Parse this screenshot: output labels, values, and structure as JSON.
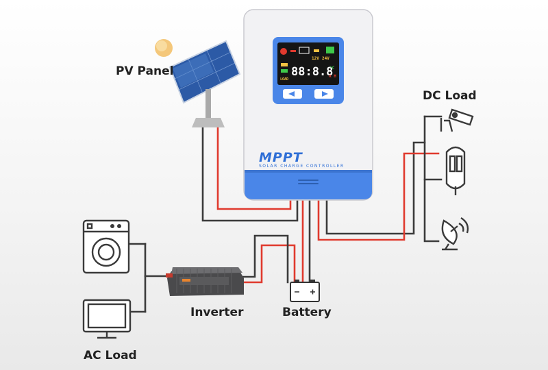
{
  "labels": {
    "pv_panel": "PV Panel",
    "dc_load": "DC Load",
    "inverter": "Inverter",
    "battery": "Battery",
    "ac_load": "AC Load"
  },
  "controller": {
    "brand": "MPPT",
    "subtitle": "SOLAR CHARGE CONTROLLER",
    "lcd_reading": "88:8.8",
    "lcd_voltage_a": "12V",
    "lcd_voltage_b": "24V",
    "lcd_unit_c": "°C",
    "lcd_unit_ah": "A H",
    "lcd_load": "LOAD",
    "buttons": [
      "left-arrow",
      "right-arrow"
    ]
  },
  "colors": {
    "wire_positive": "#e03a2e",
    "wire_negative": "#3b3b3b",
    "controller_accent": "#4a86e8",
    "controller_body": "#f2f2f4",
    "lcd_background": "#151515"
  },
  "icons": {
    "sun": "sun-icon",
    "solar_panel": "solar-panel-icon",
    "camera": "security-camera-icon",
    "street_light": "street-light-icon",
    "satellite_dish": "satellite-dish-icon",
    "washing_machine": "washing-machine-icon",
    "monitor": "monitor-icon",
    "battery": "battery-icon",
    "inverter": "inverter-icon"
  }
}
